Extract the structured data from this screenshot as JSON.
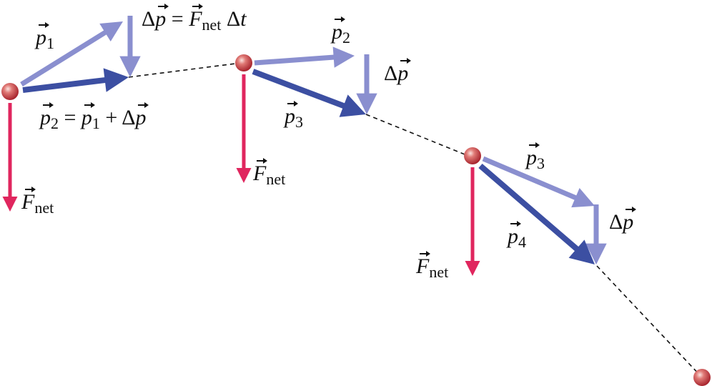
{
  "diagram": {
    "colors": {
      "momentum_before": "#8a8fcf",
      "momentum_after": "#3c4fa2",
      "force": "#e0265e",
      "path": "#111111",
      "ball": "#d9575d"
    },
    "labels": {
      "p1": {
        "letter": "p",
        "sub": "1"
      },
      "dp_eq": {
        "delta": "Δ",
        "letter": "p",
        "eq": " = ",
        "F": "F",
        "Fsub": "net",
        "dt_delta": " Δ",
        "t": "t"
      },
      "p2_eq": {
        "letter": "p",
        "sub": "2",
        "eq": " = ",
        "letter2": "p",
        "sub2": "1",
        "plus": " + ",
        "delta": "Δ",
        "letter3": "p"
      },
      "fnet1": {
        "letter": "F",
        "sub": "net"
      },
      "p2": {
        "letter": "p",
        "sub": "2"
      },
      "dp2": {
        "delta": "Δ",
        "letter": "p"
      },
      "p3a": {
        "letter": "p",
        "sub": "3"
      },
      "fnet2": {
        "letter": "F",
        "sub": "net"
      },
      "p3b": {
        "letter": "p",
        "sub": "3"
      },
      "dp3": {
        "delta": "Δ",
        "letter": "p"
      },
      "p4": {
        "letter": "p",
        "sub": "4"
      },
      "fnet3": {
        "letter": "F",
        "sub": "net"
      }
    }
  }
}
